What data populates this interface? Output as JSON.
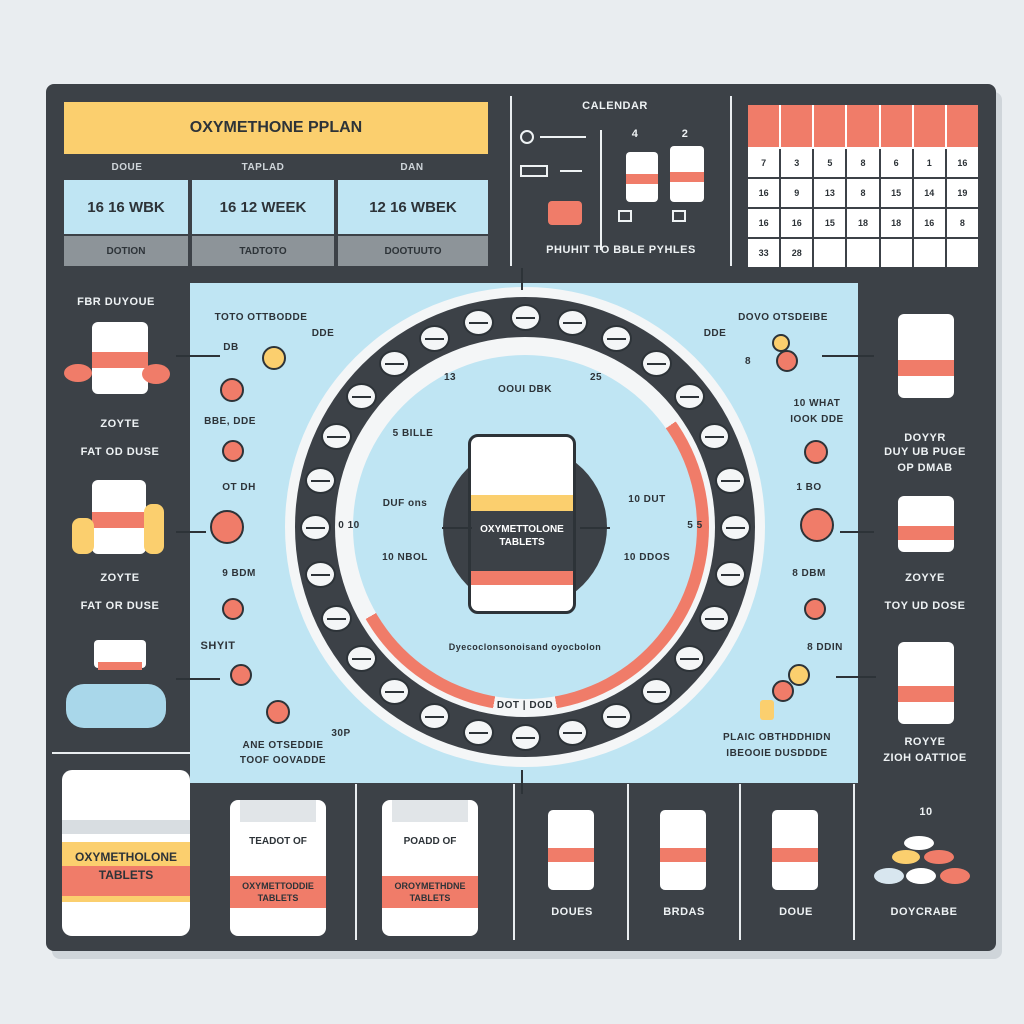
{
  "title": "OXYMETHONE PPLAN",
  "columns": [
    {
      "header": "DOUE",
      "value": "16 16 WBK",
      "footer": "DOTION"
    },
    {
      "header": "TAPLAD",
      "value": "16 12 WEEK",
      "footer": "TADTOTO"
    },
    {
      "header": "DAN",
      "value": "12 16 WBEK",
      "footer": "DOOTUUTO"
    }
  ],
  "schedule": {
    "title": "CALENDAR",
    "num_a": "4",
    "num_b": "2",
    "caption": "PHUHIT TO BBLE PYHLES"
  },
  "calendar": {
    "cells": [
      "7",
      "3",
      "5",
      "8",
      "6",
      "1",
      "16",
      "16",
      "9",
      "13",
      "8",
      "15",
      "14",
      "19",
      "16",
      "16",
      "15",
      "18",
      "18",
      "16",
      "8",
      "33",
      "28",
      "",
      "",
      "",
      "",
      ""
    ]
  },
  "center": {
    "bottle_label": "OXYMETTOLONE TABLETS",
    "inner_top": "OOUI DBK",
    "left_top": "DUF ons",
    "left_bottom": "10 NBOL",
    "right_top": "10 DUT",
    "right_bottom": "10 DDOS",
    "left_tag": "0 10",
    "right_tag": "5 5",
    "bottom_text": "Dyecoclonsonoisand oyocbolon",
    "ring_bottom": "DOT  | DOD",
    "ring_left": "5 BILLE",
    "num_l": "13",
    "num_r": "25"
  },
  "left_side": {
    "top_title": "FBR DUYOUE",
    "item1": "ZOYTE",
    "item2_title": "FAT OD DUSE",
    "item3": "ZOYTE",
    "item4_title": "FAT OR DUSE",
    "item5": "SHYIT"
  },
  "left_inner": {
    "top": "TOTO OTTBODDE",
    "top_r": "DDE",
    "dose1": "DB",
    "dose2": "BBE, DDE",
    "dose3": "OT DH",
    "dose4": "9 BDM",
    "bottom": "ANE OTSEDDIE",
    "bottom2": "TOOF OOVADDE",
    "bottom_r": "30P"
  },
  "right_inner": {
    "top": "DOVO OTSDEIBE",
    "top_l": "DDE",
    "dose1": "8",
    "dose2": "10 WHAT",
    "dose2b": "IOOK DDE",
    "dose3": "1 BO",
    "dose4": "8 DBM",
    "dose5": "8 DDIN",
    "bottom": "PLAIC OBTHDDHIDN",
    "bottom2": "IBEOOIE DUSDDDE"
  },
  "right_side": {
    "item1": "DOYYR",
    "item2": "DUY UB PUGE",
    "item2b": "OP DMAB",
    "item3": "ZOYYE",
    "item4": "TOY UD DOSE",
    "item5": "ROYYE",
    "item5b": "ZIOH OATTIOE"
  },
  "bottom_row": {
    "big_bottle": "OXYMETHOLONE TABLETS",
    "bottle2_top": "TEADOT OF",
    "bottle2_label": "OXYMETTODDIE TABLETS",
    "bottle3_top": "POADD OF",
    "bottle3_label": "OROYMETHDNE TABLETS",
    "c1": "DOUES",
    "c2": "BRDAS",
    "c3": "DOUE",
    "c4_num": "10",
    "c4": "DOYCRABE"
  },
  "colors": {
    "board": "#3c4147",
    "panel": "#bfe5f3",
    "accent_red": "#f07c69",
    "accent_yellow": "#fbcf6e"
  }
}
